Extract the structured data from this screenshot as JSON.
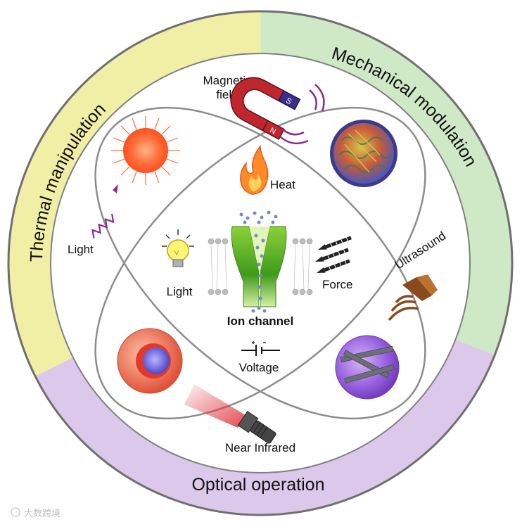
{
  "ring_labels": {
    "thermal": "Thermal manipulation",
    "mechanical": "Mechanical modulation",
    "optical": "Optical operation"
  },
  "stimuli": {
    "magnetic_line1": "Magnetic",
    "magnetic_line2": "field",
    "heat": "Heat",
    "light_outer": "Light",
    "light_inner": "Light",
    "force": "Force",
    "ultrasound": "Ultrasound",
    "voltage": "Voltage",
    "near_infrared": "Near Infrared"
  },
  "center_label": "Ion channel",
  "watermark": "大数跨境",
  "magnet_poles": {
    "north": "N",
    "south": "S"
  },
  "colors": {
    "thermal_sector": "#f2efa0",
    "mechanical_sector": "#c9e6bf",
    "optical_sector": "#d9c0e6",
    "ring_border": "#7a7a7a",
    "channel_green": "#6cc026",
    "magnet_red": "#c0262d",
    "magnet_blue": "#3c2e8e",
    "purple_wave": "#8a2a8f",
    "sphere_purple": "#8b55d6"
  },
  "icons": [
    "magnet-icon",
    "flame-icon",
    "nanoparticle-sun-icon",
    "protein-sphere-icon",
    "wave-icon",
    "light-bulb-icon",
    "dart-arrows-icon",
    "ultrasound-transducer-icon",
    "battery-icon",
    "core-shell-sphere-icon",
    "flashlight-icon",
    "rod-sphere-icon"
  ]
}
